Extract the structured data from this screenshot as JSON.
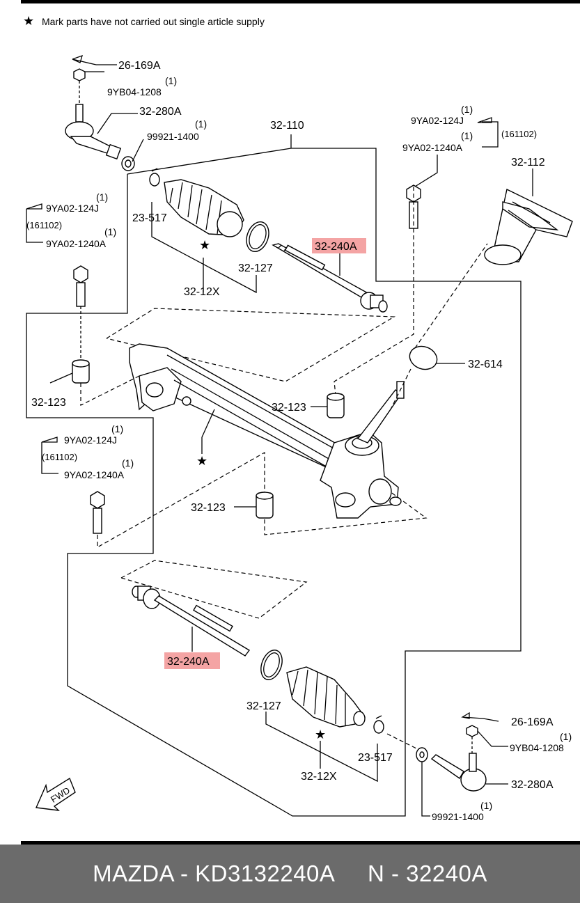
{
  "note": {
    "star": "★",
    "text": "Mark parts have not carried out single article supply"
  },
  "labels": {
    "l26169a_top": "26-169A",
    "l9yb04_top": "9YB04-1208",
    "l9yb04_top_qty": "(1)",
    "l32280a_top": "32-280A",
    "l99921_top": "99921-1400",
    "l99921_top_qty": "(1)",
    "l32110": "32-110",
    "l9ya124j_tr": "9YA02-124J",
    "l9ya124j_tr_qty": "(1)",
    "l9ya1240a_tr": "9YA02-1240A",
    "l9ya1240a_tr_qty": "(1)",
    "l161102_tr": "(161102)",
    "l32112": "32-112",
    "l9ya124j_l1": "9YA02-124J",
    "l9ya124j_l1_qty": "(1)",
    "l161102_l1": "(161102)",
    "l9ya1240a_l1": "9YA02-1240A",
    "l9ya1240a_l1_qty": "(1)",
    "l23517_top": "23-517",
    "l32240a_top": "32-240A",
    "l32127_top": "32-127",
    "l3212x_top": "32-12X",
    "l32614": "32-614",
    "l32123_left": "32-123",
    "l32123_mid": "32-123",
    "l32123_low": "32-123",
    "l9ya124j_l2": "9YA02-124J",
    "l9ya124j_l2_qty": "(1)",
    "l161102_l2": "(161102)",
    "l9ya1240a_l2": "9YA02-1240A",
    "l9ya1240a_l2_qty": "(1)",
    "l32240a_bot": "32-240A",
    "l32127_bot": "32-127",
    "l3212x_bot": "32-12X",
    "l23517_bot": "23-517",
    "l26169a_bot": "26-169A",
    "l9yb04_bot": "9YB04-1208",
    "l9yb04_bot_qty": "(1)",
    "l32280a_bot": "32-280A",
    "l99921_bot": "99921-1400",
    "l99921_bot_qty": "(1)",
    "fwd": "FWD"
  },
  "highlight_color": "#f4a4a4",
  "footer": {
    "text": "MAZDA - KD3132240A     N - 32240A",
    "background": "#6b6b6b"
  }
}
